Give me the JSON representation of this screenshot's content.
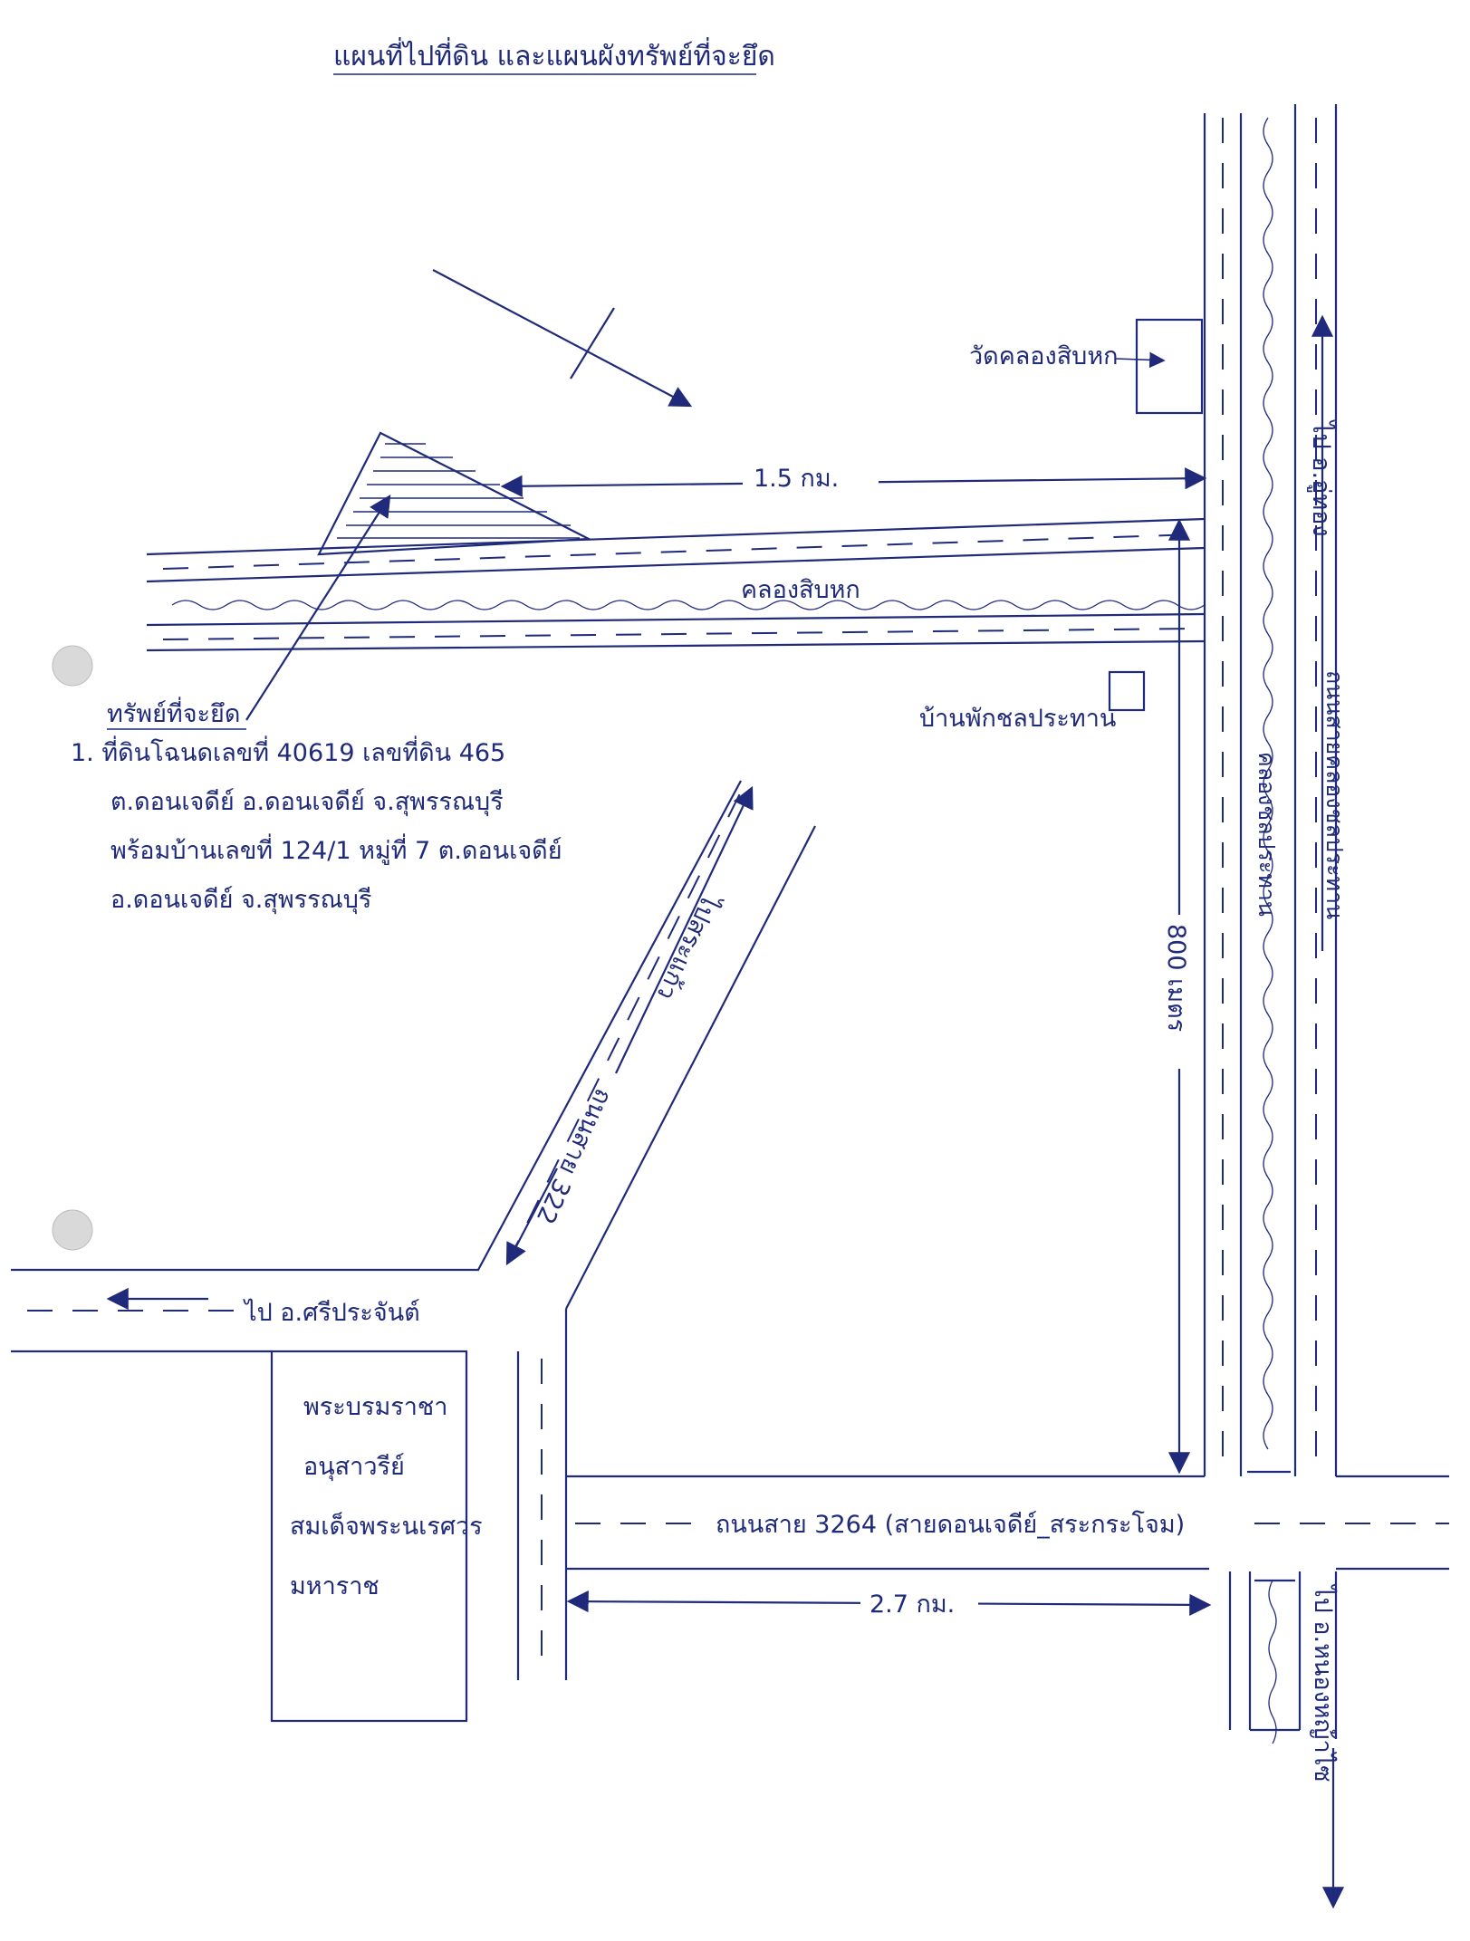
{
  "title": "แผนที่ไปที่ดิน และแผนผังทรัพย์ที่จะยึด",
  "landmarks": {
    "temple": "วัดคลองสิบหก",
    "canal": "คลองสิบหก",
    "house": "บ้านพักชลประทาน",
    "monument": [
      "พระบรมราชา",
      "อนุสาวรีย์",
      "สมเด็จพระนเรศวร",
      "มหาราช"
    ]
  },
  "roads": {
    "road_322_name": "ถนนสาย 322",
    "road_322_direction": "ไปสระแก้ว",
    "west_road_direction": "ไป อ.ศรีประจันต์",
    "road_3264": "ถนนสาย 3264 (สายดอนเจดีย์_สระกระโจม)",
    "east_road_name": "ถนนสายคลองชลประทาน",
    "east_road_direction_north": "ไป อ.อู่ทอง",
    "east_road_direction_south": "ไป อ.หนองหญ้าไซ",
    "canal_road_label": "คลองชลประทาน"
  },
  "distances": {
    "north": "1.5 กม.",
    "south": "2.7 กม.",
    "east": "800 เมตร"
  },
  "property": {
    "heading": "ทรัพย์ที่จะยึด",
    "lines": [
      "1. ที่ดินโฉนดเลขที่ 40619 เลขที่ดิน 465",
      "ต.ดอนเจดีย์ อ.ดอนเจดีย์ จ.สุพรรณบุรี",
      "พร้อมบ้านเลขที่ 124/1 หมู่ที่ 7 ต.ดอนเจดีย์",
      "อ.ดอนเจดีย์ จ.สุพรรณบุรี"
    ]
  },
  "colors": {
    "ink": "#1f2a7a",
    "paper": "#ffffff",
    "punch_hole": "#d9d9d9"
  },
  "icons": [
    "north-arrow-icon",
    "direction-arrow-icon",
    "punch-hole-icon"
  ]
}
